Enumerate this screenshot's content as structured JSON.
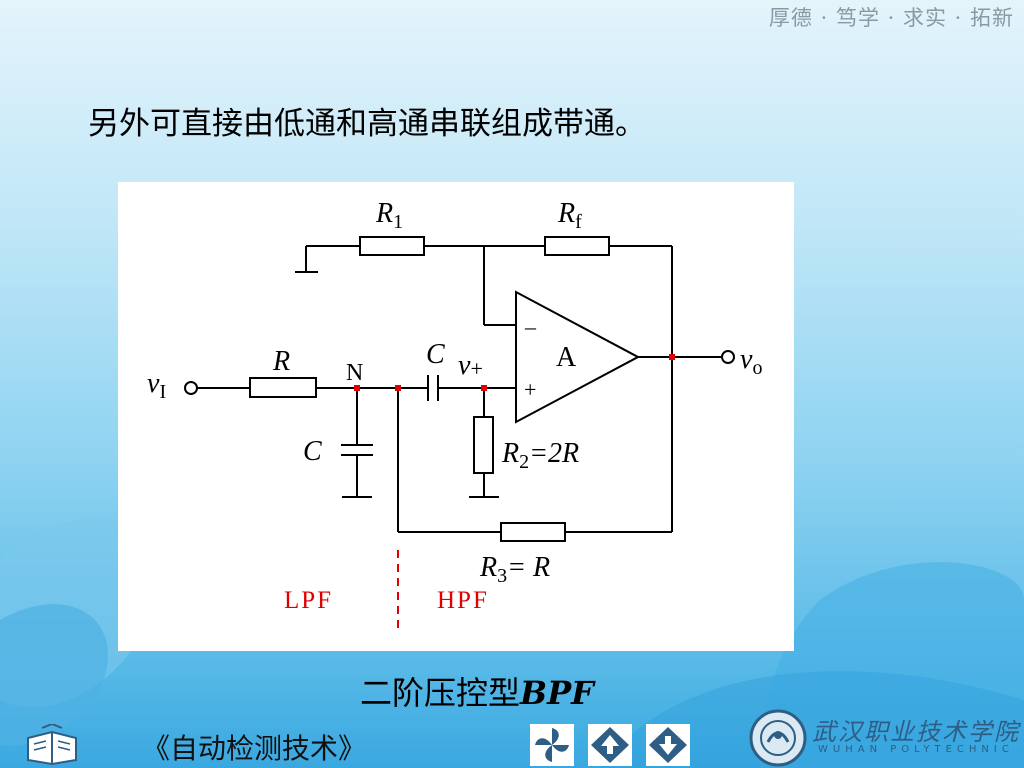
{
  "slide": {
    "slogan": "厚德 · 笃学 · 求实 · 拓新",
    "heading": "另外可直接由低通和高通串联组成带通。",
    "caption_cn": "二阶压控型",
    "caption_en": "BPF",
    "footer_title": "《自动检测技术》"
  },
  "circuit": {
    "r1": "R",
    "r1_sub": "1",
    "rf": "R",
    "rf_sub": "f",
    "r_label": "R",
    "node_n": "N",
    "c1_label": "C",
    "c2_label": "C",
    "v_plus": "v",
    "v_plus_sub": "+",
    "r2_label": "R",
    "r2_sub": "2",
    "r2_eq": "=2R",
    "r3_label": "R",
    "r3_sub": "3",
    "r3_eq": "= R",
    "amp_label": "A",
    "minus_sign": "–",
    "plus_sign": "+",
    "input_label": "v",
    "input_sub": "I",
    "output_label": "v",
    "output_sub": "o",
    "lpf": "LPF",
    "hpf": "HPF"
  },
  "logo": {
    "name": "武汉职业技术学院",
    "english": "WUHAN POLYTECHNIC"
  },
  "colors": {
    "wire": "#000000",
    "node_dot": "#e00000",
    "filter_label": "#e00000",
    "logo": "#2e5e86"
  },
  "icons": [
    "book-icon",
    "pinwheel-icon",
    "up-arrow-icon",
    "down-arrow-icon",
    "college-seal-icon"
  ]
}
